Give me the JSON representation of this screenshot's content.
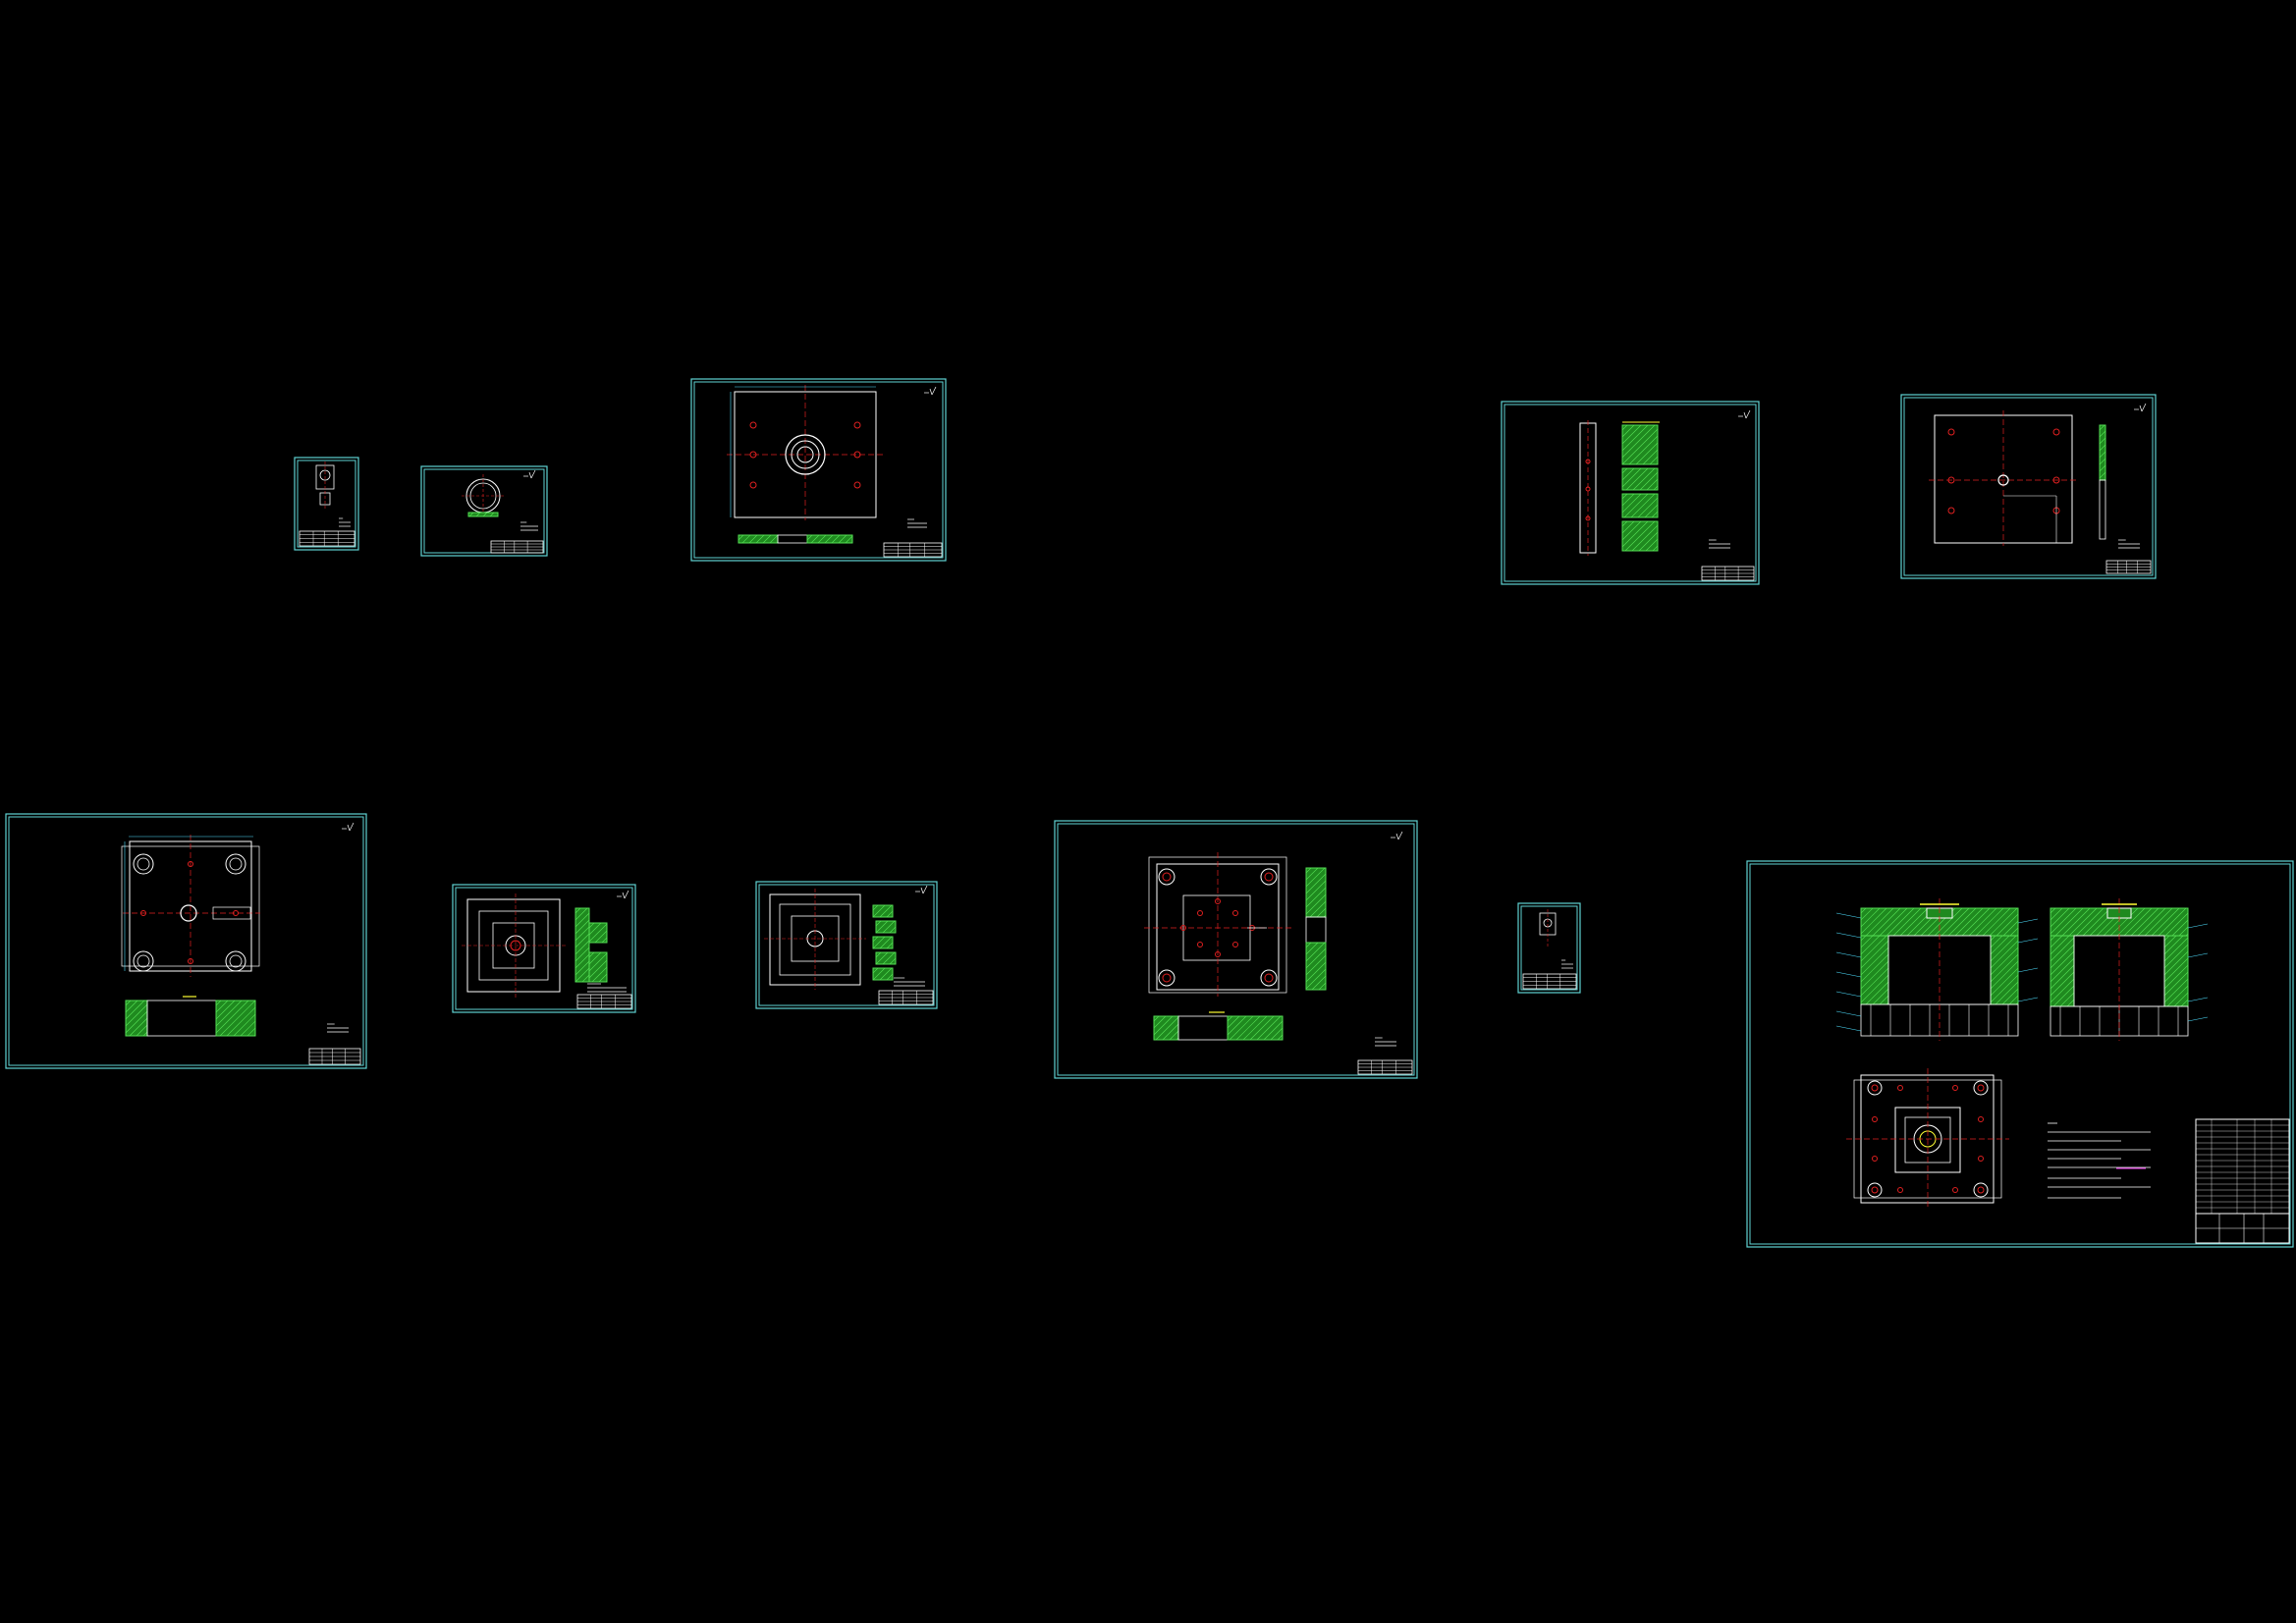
{
  "colors": {
    "background": "#000000",
    "frame": "#5fd3d3",
    "line": "#ffffff",
    "hatch": "#1f8a1f",
    "hatch_line": "#55e055",
    "center": "#e02020",
    "dim": "#4fe0ff",
    "title": "#ffff33",
    "note_accent": "#ff40ff"
  },
  "sheets": [
    {
      "id": "sheet-1",
      "kind": "small-part"
    },
    {
      "id": "sheet-2",
      "kind": "ring-part"
    },
    {
      "id": "sheet-3",
      "kind": "plate-with-bore"
    },
    {
      "id": "sheet-4",
      "kind": "pillar-and-section"
    },
    {
      "id": "sheet-5",
      "kind": "plate-with-side-view"
    },
    {
      "id": "sheet-6",
      "kind": "plate-with-corner-bushes"
    },
    {
      "id": "sheet-7",
      "kind": "cavity-insert"
    },
    {
      "id": "sheet-8",
      "kind": "core-insert"
    },
    {
      "id": "sheet-9",
      "kind": "template-plate"
    },
    {
      "id": "sheet-10",
      "kind": "small-part"
    },
    {
      "id": "sheet-11",
      "kind": "mold-assembly"
    }
  ]
}
